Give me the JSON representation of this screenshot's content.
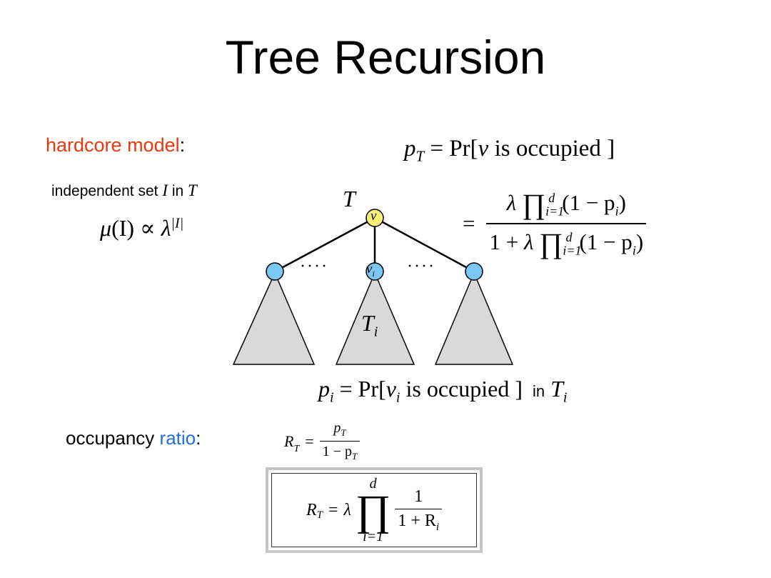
{
  "slide": {
    "title": "Tree Recursion",
    "hardcore": {
      "word": "hardcore model",
      "colon": ":",
      "color": "#e8380d"
    },
    "independent_set": {
      "prefix": "independent set",
      "set": "I",
      "mid": "in",
      "tree": "T"
    },
    "measure": {
      "mu": "μ",
      "arg": "(I)",
      "prop": "∝",
      "lambda": "λ",
      "exp": "|I|"
    },
    "pT": {
      "lhs_p": "p",
      "lhs_sub": "T",
      "eq": "=",
      "pr": "Pr[",
      "v": "v",
      "text": " is occupied ",
      "close": "]",
      "eq2": "=",
      "lambda": "λ",
      "prod": "∏",
      "sub": "i=1",
      "sup": "d",
      "factor": "(1 − p",
      "factor_sub": "i",
      "factor_close": ")",
      "one_plus": "1 + "
    },
    "tree": {
      "root_label": "T",
      "root_node": "v",
      "dots": "····",
      "mid_node": "v",
      "mid_node_sub": "i",
      "subtree_label": "T",
      "subtree_sub": "i",
      "root_color": "#fff17a",
      "child_color": "#7cc8f5",
      "subtree_fill": "#d9d9d9"
    },
    "pi": {
      "p": "p",
      "sub": "i",
      "eq": "=",
      "pr": "Pr[",
      "v": "v",
      "v_sub": "i",
      "text": " is occupied ",
      "close": "]",
      "suffix": "in",
      "tree": "T",
      "tree_sub": "i"
    },
    "ratio": {
      "word1": "occupancy",
      "word2": "ratio",
      "colon": ":",
      "color": "#1f6fe0",
      "R": "R",
      "R_sub": "T",
      "eq": "=",
      "num_p": "p",
      "num_sub": "T",
      "den": "1 − p",
      "den_sub": "T"
    },
    "boxed": {
      "R": "R",
      "R_sub": "T",
      "eq": "=",
      "lambda": "λ",
      "prod": "∏",
      "upper": "d",
      "lower": "i=1",
      "num": "1",
      "den": "1 + R",
      "den_sub": "i"
    }
  }
}
